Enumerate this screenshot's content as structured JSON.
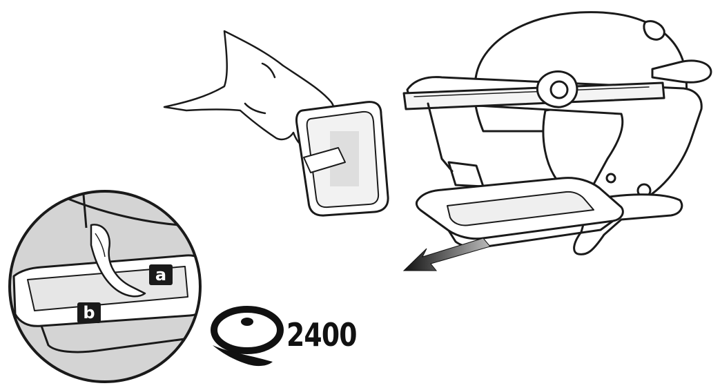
{
  "callouts": {
    "a": "a",
    "b": "b"
  },
  "logo": {
    "model_number": "2400",
    "mark": "q-logo"
  },
  "illustration": {
    "subject": "grill-drip-tray-removal",
    "icons": [
      "hand-icon",
      "foil-drip-pan-icon",
      "grill-icon",
      "catch-pan-icon",
      "pull-arrow-icon",
      "magnified-detail-icon"
    ]
  },
  "colors": {
    "line": "#1a1a1a",
    "fill": "#ffffff",
    "shade": "#d9d9d9",
    "label_bg": "#1a1a1a",
    "label_text": "#ffffff"
  }
}
